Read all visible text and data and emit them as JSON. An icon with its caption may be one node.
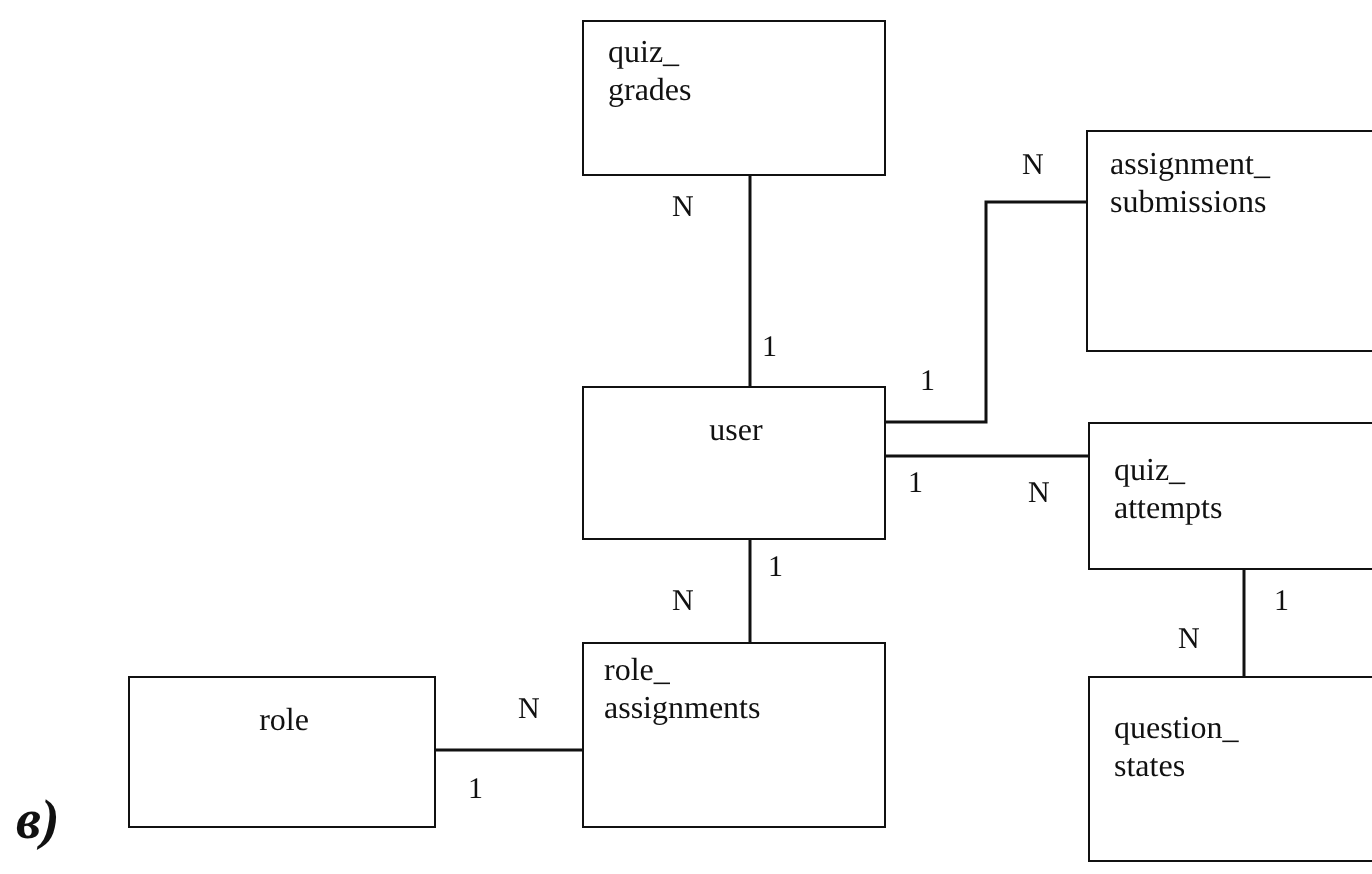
{
  "diagram": {
    "nodes": [
      {
        "text": [
          "quiz_ grades"
        ]
      },
      {
        "text": [
          "assignment_ submissions"
        ]
      },
      {
        "text": [
          "user"
        ]
      },
      {
        "text": [
          "quiz_ attempts"
        ]
      },
      {
        "text": [
          "role"
        ]
      },
      {
        "text": [
          "role_ assignments"
        ]
      },
      {
        "text": [
          "question_ states"
        ]
      }
    ],
    "edges": [
      {
        "from": 2,
        "to": 0,
        "arrow": "none"
      },
      {
        "from": 2,
        "to": 1,
        "arrow": "none"
      },
      {
        "from": 2,
        "to": 3,
        "arrow": "none"
      },
      {
        "from": 2,
        "to": 5,
        "arrow": "none"
      },
      {
        "from": 3,
        "to": 6,
        "arrow": "none"
      },
      {
        "from": 4,
        "to": 5,
        "arrow": "none"
      }
    ],
    "labels": [
      "N",
      "1",
      "N",
      "1",
      "1",
      "N",
      "1",
      "N",
      "1",
      "N",
      "N",
      "1",
      "в)"
    ]
  }
}
